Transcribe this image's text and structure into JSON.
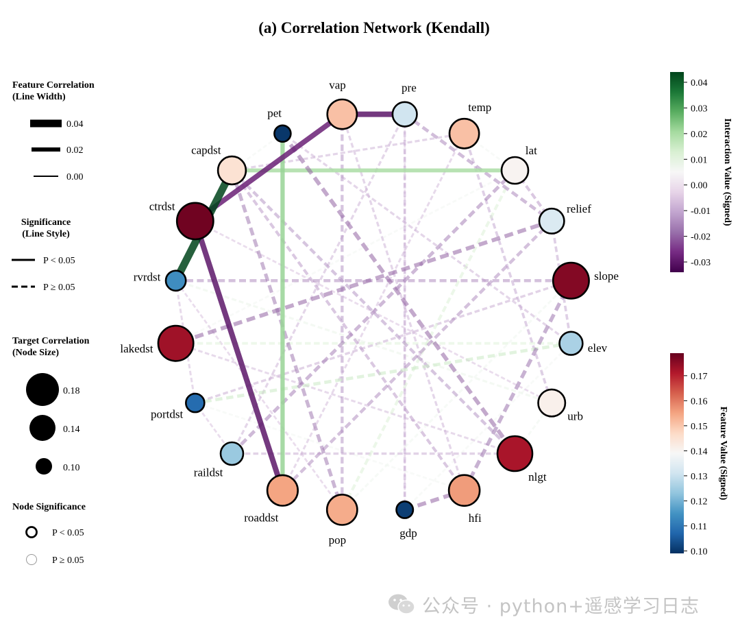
{
  "title": "(a) Correlation Network (Kendall)",
  "legends": {
    "line_width": {
      "title_line1": "Feature Correlation",
      "title_line2": "(Line Width)",
      "items": [
        "0.04",
        "0.02",
        "0.00"
      ]
    },
    "line_style": {
      "title_line1": "Significance",
      "title_line2": "(Line Style)",
      "solid_label": "P < 0.05",
      "dashed_label": "P ≥ 0.05"
    },
    "node_size": {
      "title_line1": "Target Correlation",
      "title_line2": "(Node Size)",
      "items": [
        "0.18",
        "0.14",
        "0.10"
      ]
    },
    "node_significance": {
      "title": "Node Significance",
      "sig_label": "P < 0.05",
      "nonsig_label": "P ≥ 0.05"
    }
  },
  "colorbars": {
    "interaction": {
      "label": "Interaction Value (Signed)",
      "ticks": [
        "0.04",
        "0.03",
        "0.02",
        "0.01",
        "0.00",
        "-0.01",
        "-0.02",
        "-0.03"
      ],
      "range": [
        -0.034,
        0.044
      ],
      "colors": [
        "#40004b",
        "#762a83",
        "#9970ab",
        "#c2a5cf",
        "#e7d4e8",
        "#f7f7f7",
        "#d9f0d3",
        "#a6dba0",
        "#5aae61",
        "#1b7837",
        "#00441b"
      ]
    },
    "feature": {
      "label": "Feature Value (Signed)",
      "ticks": [
        "0.17",
        "0.16",
        "0.15",
        "0.14",
        "0.13",
        "0.12",
        "0.11",
        "0.10"
      ],
      "range": [
        0.099,
        0.179
      ],
      "colors": [
        "#053061",
        "#2166ac",
        "#4393c3",
        "#92c5de",
        "#d1e5f0",
        "#f7f7f7",
        "#fddbc7",
        "#f4a582",
        "#d6604d",
        "#b2182b",
        "#67001f"
      ]
    }
  },
  "chart_data": {
    "type": "network",
    "nodes": [
      {
        "id": "pre",
        "value": 0.131,
        "significant": true
      },
      {
        "id": "temp",
        "value": 0.151,
        "significant": true
      },
      {
        "id": "lat",
        "value": 0.14,
        "significant": true
      },
      {
        "id": "relief",
        "value": 0.133,
        "significant": true
      },
      {
        "id": "slope",
        "value": 0.176,
        "significant": true
      },
      {
        "id": "elev",
        "value": 0.126,
        "significant": true
      },
      {
        "id": "urb",
        "value": 0.141,
        "significant": true
      },
      {
        "id": "nlgt",
        "value": 0.172,
        "significant": true
      },
      {
        "id": "hfi",
        "value": 0.156,
        "significant": true
      },
      {
        "id": "gdp",
        "value": 0.101,
        "significant": true
      },
      {
        "id": "pop",
        "value": 0.154,
        "significant": true
      },
      {
        "id": "roaddst",
        "value": 0.155,
        "significant": true
      },
      {
        "id": "raildst",
        "value": 0.124,
        "significant": true
      },
      {
        "id": "portdst",
        "value": 0.108,
        "significant": true
      },
      {
        "id": "lakedst",
        "value": 0.173,
        "significant": true
      },
      {
        "id": "rvrdst",
        "value": 0.114,
        "significant": true
      },
      {
        "id": "ctrdst",
        "value": 0.178,
        "significant": true
      },
      {
        "id": "capdst",
        "value": 0.145,
        "significant": true
      },
      {
        "id": "pet",
        "value": 0.1,
        "significant": true
      },
      {
        "id": "vap",
        "value": 0.151,
        "significant": true
      }
    ],
    "edges": [
      {
        "source": "vap",
        "target": "pre",
        "value": -0.03,
        "significant": true
      },
      {
        "source": "vap",
        "target": "ctrdst",
        "value": -0.028,
        "significant": true
      },
      {
        "source": "ctrdst",
        "target": "roaddst",
        "value": -0.03,
        "significant": true
      },
      {
        "source": "pet",
        "target": "roaddst",
        "value": 0.022,
        "significant": true
      },
      {
        "source": "capdst",
        "target": "lat",
        "value": 0.02,
        "significant": true
      },
      {
        "source": "capdst",
        "target": "rvrdst",
        "value": 0.044,
        "significant": true
      },
      {
        "source": "relief",
        "target": "lakedst",
        "value": -0.02,
        "significant": false
      },
      {
        "source": "pet",
        "target": "nlgt",
        "value": -0.02,
        "significant": false
      },
      {
        "source": "elev",
        "target": "portdst",
        "value": 0.015,
        "significant": false
      },
      {
        "source": "slope",
        "target": "hfi",
        "value": -0.018,
        "significant": false
      },
      {
        "source": "capdst",
        "target": "pop",
        "value": -0.017,
        "significant": false
      },
      {
        "source": "lat",
        "target": "raildst",
        "value": -0.016,
        "significant": false
      },
      {
        "source": "pre",
        "target": "relief",
        "value": -0.015,
        "significant": false
      },
      {
        "source": "temp",
        "target": "urb",
        "value": -0.01,
        "significant": false
      },
      {
        "source": "pre",
        "target": "gdp",
        "value": -0.01,
        "significant": false
      },
      {
        "source": "vap",
        "target": "pop",
        "value": -0.013,
        "significant": false
      },
      {
        "source": "relief",
        "target": "roaddst",
        "value": -0.014,
        "significant": false
      },
      {
        "source": "rvrdst",
        "target": "slope",
        "value": -0.014,
        "significant": false
      },
      {
        "source": "elev",
        "target": "lakedst",
        "value": 0.011,
        "significant": false
      },
      {
        "source": "capdst",
        "target": "nlgt",
        "value": -0.013,
        "significant": false
      },
      {
        "source": "lat",
        "target": "pop",
        "value": 0.012,
        "significant": false
      },
      {
        "source": "temp",
        "target": "capdst",
        "value": -0.008,
        "significant": false
      },
      {
        "source": "slope",
        "target": "portdst",
        "value": -0.009,
        "significant": false
      },
      {
        "source": "gdp",
        "target": "hfi",
        "value": -0.02,
        "significant": false
      },
      {
        "source": "nlgt",
        "target": "raildst",
        "value": -0.009,
        "significant": false
      },
      {
        "source": "urb",
        "target": "rvrdst",
        "value": 0.008,
        "significant": false
      },
      {
        "source": "elev",
        "target": "pet",
        "value": -0.008,
        "significant": false
      },
      {
        "source": "hfi",
        "target": "capdst",
        "value": -0.012,
        "significant": false
      },
      {
        "source": "gdp",
        "target": "pre",
        "value": -0.006,
        "significant": false
      },
      {
        "source": "relief",
        "target": "elev",
        "value": -0.01,
        "significant": false
      },
      {
        "source": "lat",
        "target": "relief",
        "value": -0.012,
        "significant": false
      },
      {
        "source": "temp",
        "target": "lat",
        "value": 0.006,
        "significant": false
      },
      {
        "source": "urb",
        "target": "nlgt",
        "value": 0.007,
        "significant": false
      },
      {
        "source": "raildst",
        "target": "portdst",
        "value": -0.006,
        "significant": false
      },
      {
        "source": "portdst",
        "target": "rvrdst",
        "value": -0.007,
        "significant": false
      },
      {
        "source": "pet",
        "target": "capdst",
        "value": 0.006,
        "significant": false
      },
      {
        "source": "vap",
        "target": "hfi",
        "value": -0.008,
        "significant": false
      },
      {
        "source": "pre",
        "target": "raildst",
        "value": -0.008,
        "significant": false
      },
      {
        "source": "temp",
        "target": "roaddst",
        "value": -0.007,
        "significant": false
      },
      {
        "source": "lat",
        "target": "lakedst",
        "value": 0.006,
        "significant": false
      },
      {
        "source": "slope",
        "target": "pop",
        "value": 0.007,
        "significant": false
      },
      {
        "source": "elev",
        "target": "gdp",
        "value": 0.006,
        "significant": false
      },
      {
        "source": "urb",
        "target": "ctrdst",
        "value": -0.006,
        "significant": false
      },
      {
        "source": "nlgt",
        "target": "lakedst",
        "value": -0.007,
        "significant": false
      },
      {
        "source": "hfi",
        "target": "portdst",
        "value": 0.006,
        "significant": false
      },
      {
        "source": "pop",
        "target": "rvrdst",
        "value": -0.006,
        "significant": false
      }
    ]
  }
}
